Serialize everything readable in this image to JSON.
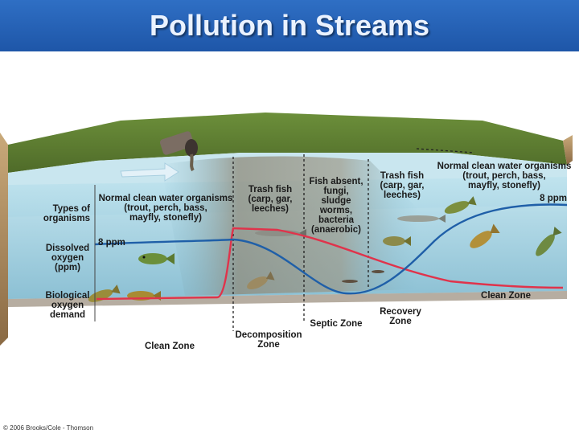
{
  "title": "Pollution in Streams",
  "labels": {
    "types_of_organisms": "Types of\norganisms",
    "dissolved_oxygen": "Dissolved\noxygen\n(ppm)",
    "biological_oxygen_demand": "Biological\noxygen\ndemand",
    "ppm_left": "8 ppm",
    "ppm_right": "8 ppm",
    "normal_organisms_left": "Normal clean water organisms\n(trout, perch, bass,\nmayfly, stonefly)",
    "trash_fish_1": "Trash fish\n(carp, gar,\nleeches)",
    "fish_absent": "Fish absent,\nfungi,\nsludge\nworms,\nbacteria\n(anaerobic)",
    "trash_fish_2": "Trash fish\n(carp, gar,\nleeches)",
    "normal_organisms_right": "Normal clean water organisms\n(trout, perch, bass,\nmayfly, stonefly)"
  },
  "zones": {
    "clean_left": "Clean Zone",
    "decomposition": "Decomposition\nZone",
    "septic": "Septic Zone",
    "recovery": "Recovery\nZone",
    "clean_right": "Clean Zone"
  },
  "credit": "© 2006 Brooks/Cole - Thomson",
  "colors": {
    "oxygen_curve": "#1f5fa8",
    "bod_curve": "#e0334b",
    "water": "#8cc8dc",
    "title_bar": "#2560b4"
  }
}
